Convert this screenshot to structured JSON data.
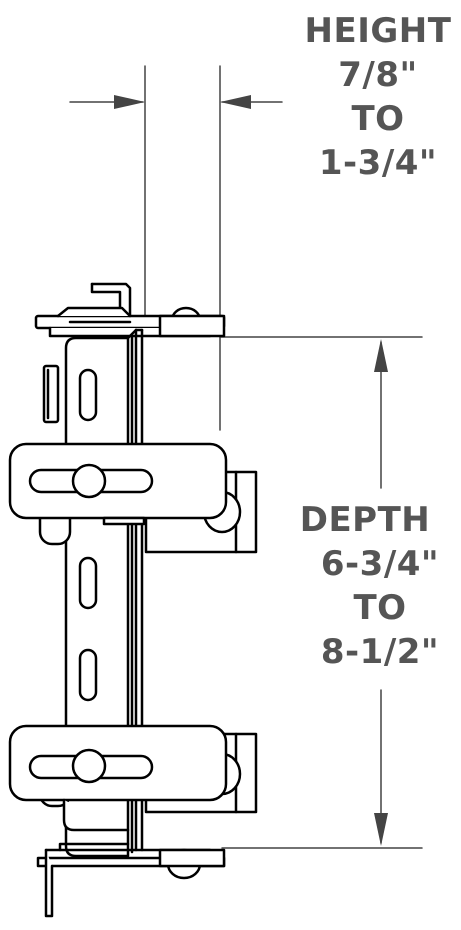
{
  "height_label": {
    "line1": "HEIGHT",
    "line2": "7/8\"",
    "line3": "TO",
    "line4": "1-3/4\""
  },
  "depth_label": {
    "line1": "DEPTH",
    "line2": "6-3/4\"",
    "line3": "TO",
    "line4": "8-1/2\""
  },
  "colors": {
    "line": "#000000",
    "dimension_text": "#555555",
    "dimension_line": "#444444",
    "background": "#ffffff"
  }
}
